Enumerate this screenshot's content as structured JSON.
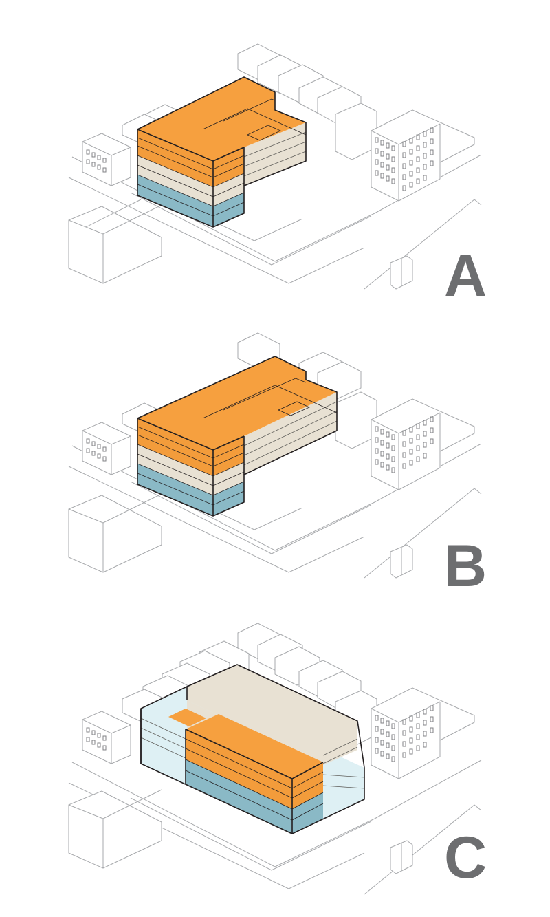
{
  "panels": [
    {
      "label": "A"
    },
    {
      "label": "B"
    },
    {
      "label": "C"
    }
  ],
  "colors": {
    "orange_top": "#f6a03f",
    "orange_side": "#f39c3b",
    "beige": "#e8e1d3",
    "teal": "#8ab9c6",
    "light_blue": "#def0f4",
    "context_stroke": "#a7a9ac",
    "label": "#6d6e70"
  }
}
